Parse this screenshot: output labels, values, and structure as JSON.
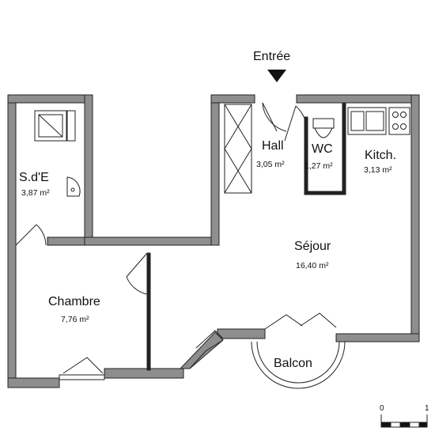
{
  "entry": {
    "label": "Entrée"
  },
  "rooms": {
    "sde": {
      "name": "S.d'E",
      "area": "3,87 m²"
    },
    "hall": {
      "name": "Hall",
      "area": "3,05 m²"
    },
    "wc": {
      "name": "WC",
      "area": "1,27 m²"
    },
    "kitchen": {
      "name": "Kitch.",
      "area": "3,13 m²"
    },
    "sejour": {
      "name": "Séjour",
      "area": "16,40 m²"
    },
    "chambre": {
      "name": "Chambre",
      "area": "7,76 m²"
    },
    "balcon": {
      "name": "Balcon"
    }
  },
  "scale": {
    "start": "0",
    "end": "1"
  }
}
